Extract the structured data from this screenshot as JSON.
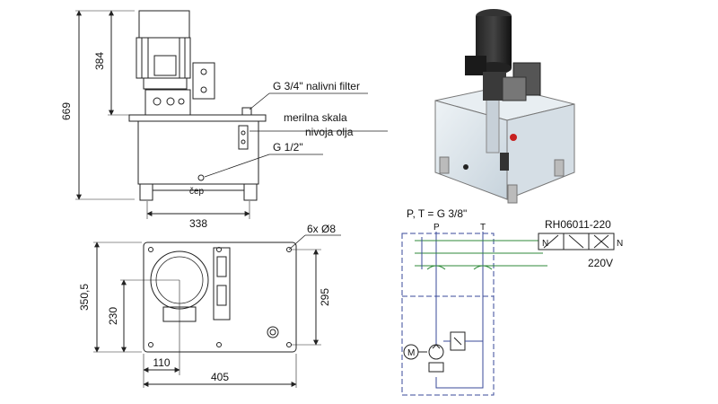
{
  "side_view": {
    "dims": {
      "height_total": "669",
      "height_motor": "384",
      "width_base": "338"
    },
    "callouts": {
      "filler": "G 3/4\" nalivni filter",
      "gauge_line1": "merilna skala",
      "gauge_line2": "nivoja olja",
      "port": "G 1/2\"",
      "plug": "čep"
    }
  },
  "top_view": {
    "dims": {
      "holes": "6x Ø8",
      "depth_total": "350,5",
      "depth_inner": "230",
      "hole_pitch": "295",
      "offset_x": "110",
      "width_total": "405"
    }
  },
  "schematic": {
    "ports_note": "P, T = G 3/8\"",
    "port_p": "P",
    "port_t": "T",
    "valve_code": "RH06011-220",
    "valve_n_left": "N",
    "valve_n_right": "N",
    "voltage": "220V",
    "motor_symbol": "M"
  },
  "colors": {
    "line": "#222222",
    "schematic_blue": "#3a4a9a",
    "schematic_green": "#2f8a3a",
    "tank_glass": "#dfe8ee"
  }
}
